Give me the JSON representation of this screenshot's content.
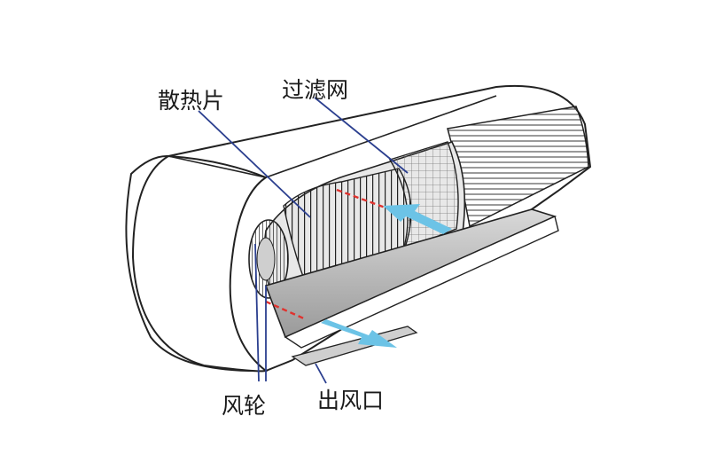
{
  "labels": {
    "heatsink": "散热片",
    "filter": "过滤网",
    "fan": "风轮",
    "outlet": "出风口"
  },
  "colors": {
    "leader": "#2b3f8f",
    "airflow": "#6cc3e6",
    "dashed": "#e0322e",
    "outline": "#222222"
  }
}
